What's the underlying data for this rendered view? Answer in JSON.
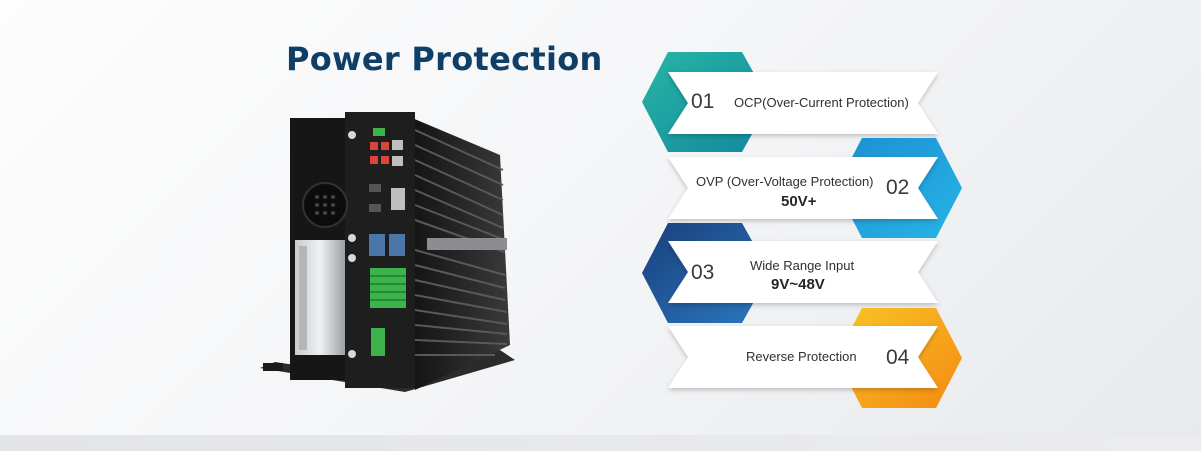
{
  "title": "Power Protection",
  "colors": {
    "title": "#0f3f66",
    "teal": "#1aa69a",
    "sky_blue": "#1d9ad6",
    "navy": "#1c4e8e",
    "orange": "#f7a11a"
  },
  "product": {
    "name_icon": "embedded-fanless-computer-image"
  },
  "features": [
    {
      "number": "01",
      "label": "OCP(Over-Current Protection)",
      "sub": "",
      "color": "teal"
    },
    {
      "number": "02",
      "label": "OVP (Over-Voltage Protection)",
      "sub": "50V+",
      "color": "sky_blue"
    },
    {
      "number": "03",
      "label": "Wide Range Input",
      "sub": "9V~48V",
      "color": "navy"
    },
    {
      "number": "04",
      "label": "Reverse Protection",
      "sub": "",
      "color": "orange"
    }
  ]
}
